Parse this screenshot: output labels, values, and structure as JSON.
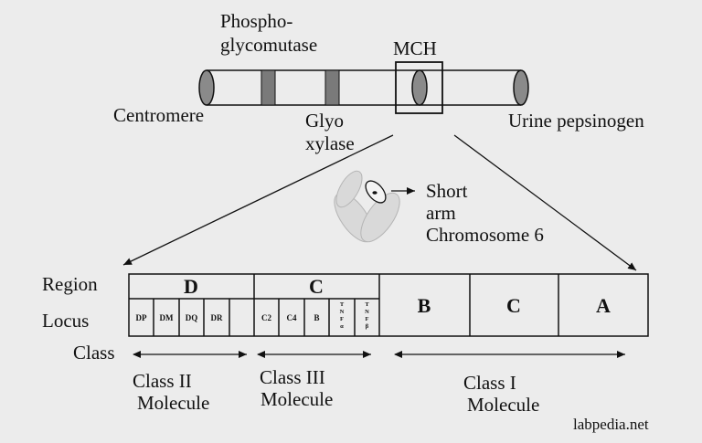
{
  "chromosome_labels": {
    "phospho_line1": "Phospho-",
    "phospho_line2": "glycomutase",
    "mch": "MCH",
    "centromere": "Centromere",
    "glyo_line1": "Glyo",
    "glyo_line2": "xylase",
    "urine": "Urine pepsinogen"
  },
  "short_arm": {
    "line1": "Short",
    "line2": "arm",
    "line3": "Chromosome 6"
  },
  "row_labels": {
    "region": "Region",
    "locus": "Locus",
    "class": "Class"
  },
  "regions": {
    "d": "D",
    "c": "C",
    "b": "B",
    "c2": "C",
    "a": "A"
  },
  "loci": {
    "dp": "DP",
    "dm": "DM",
    "dq": "DQ",
    "dr": "DR",
    "c2": "C2",
    "c4": "C4",
    "b": "B",
    "tnf_a": [
      "T",
      "N",
      "F",
      "α"
    ],
    "tnf_b": [
      "T",
      "N",
      "F",
      "β"
    ]
  },
  "classes": {
    "class2_line1": "Class II",
    "class2_line2": "Molecule",
    "class3_line1": "Class III",
    "class3_line2": "Molecule",
    "class1_line1": "Class I",
    "class1_line2": "Molecule"
  },
  "watermark": "labpedia.net",
  "colors": {
    "background": "#ececec",
    "band": "#7a7a7a",
    "cap": "#8a8a8a",
    "stroke": "#111111"
  }
}
